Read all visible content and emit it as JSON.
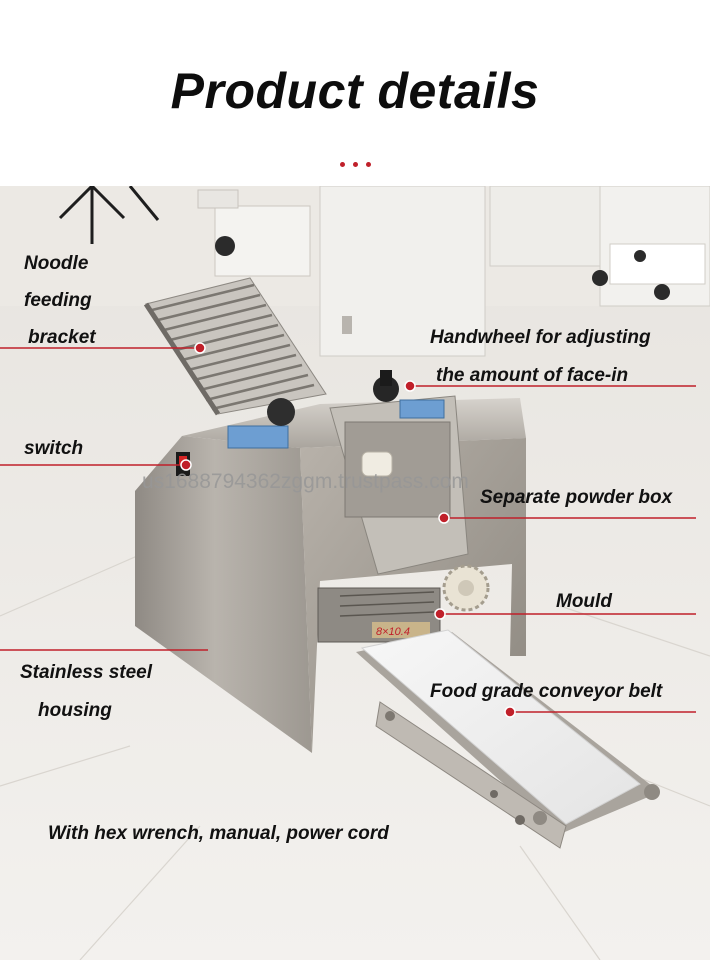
{
  "title": "Product details",
  "accent_color": "#c0202a",
  "watermark": "us1688794362zggm.trustpass.com",
  "labels": {
    "noodle_feeding_bracket": [
      "Noodle",
      "feeding",
      "bracket"
    ],
    "handwheel": [
      "Handwheel for adjusting",
      "the amount of face-in"
    ],
    "switch": "switch",
    "separate_powder_box": "Separate powder box",
    "mould": "Mould",
    "stainless_steel_housing": [
      "Stainless steel",
      "housing"
    ],
    "conveyor_belt": "Food grade conveyor belt",
    "accessories": "With hex wrench, manual, power cord"
  },
  "mould_marking": "8×10.4"
}
